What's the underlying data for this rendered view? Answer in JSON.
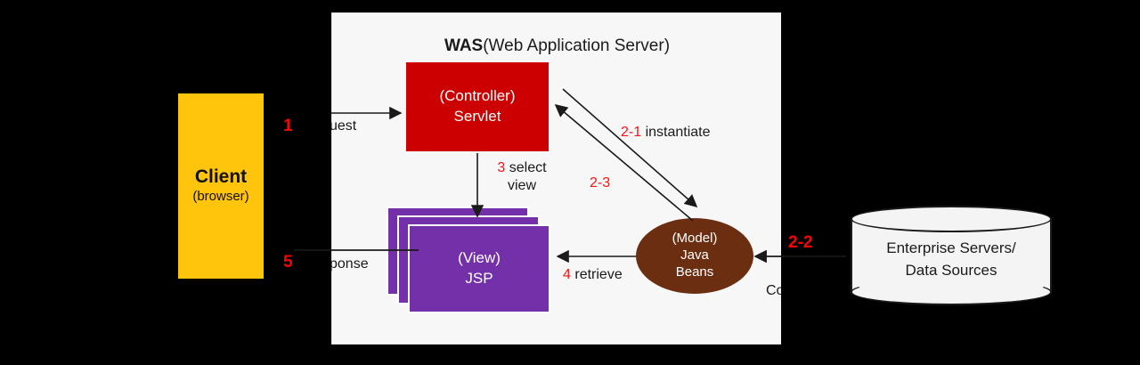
{
  "diagram": {
    "title_bold": "WAS",
    "title_rest": "(Web Application Server)"
  },
  "client": {
    "title": "Client",
    "subtitle": "(browser)"
  },
  "controller": {
    "line1": "(Controller)",
    "line2": "Servlet"
  },
  "view": {
    "line1": "(View)",
    "line2": "JSP"
  },
  "model": {
    "line1": "(Model)",
    "line2": "Java",
    "line3": "Beans"
  },
  "database": {
    "line1": "Enterprise Servers/",
    "line2": "Data Sources"
  },
  "flows": {
    "request_num": "1",
    "request_text": "uest",
    "response_num": "5",
    "response_text": "ponse",
    "instantiate_num": "2-1",
    "instantiate_text": "instantiate",
    "return_num": "2-3",
    "connect_num": "2-2",
    "connect_text": "Co",
    "select_num": "3",
    "select_text": "select view",
    "retrieve_num": "4",
    "retrieve_text": "retrieve"
  },
  "colors": {
    "controller": "#CC0000",
    "view": "#7430A8",
    "model": "#6B2E11",
    "client": "#FFC40C",
    "accent_red": "#FF1111",
    "panel": "#F7F7F7",
    "background": "#000000"
  }
}
